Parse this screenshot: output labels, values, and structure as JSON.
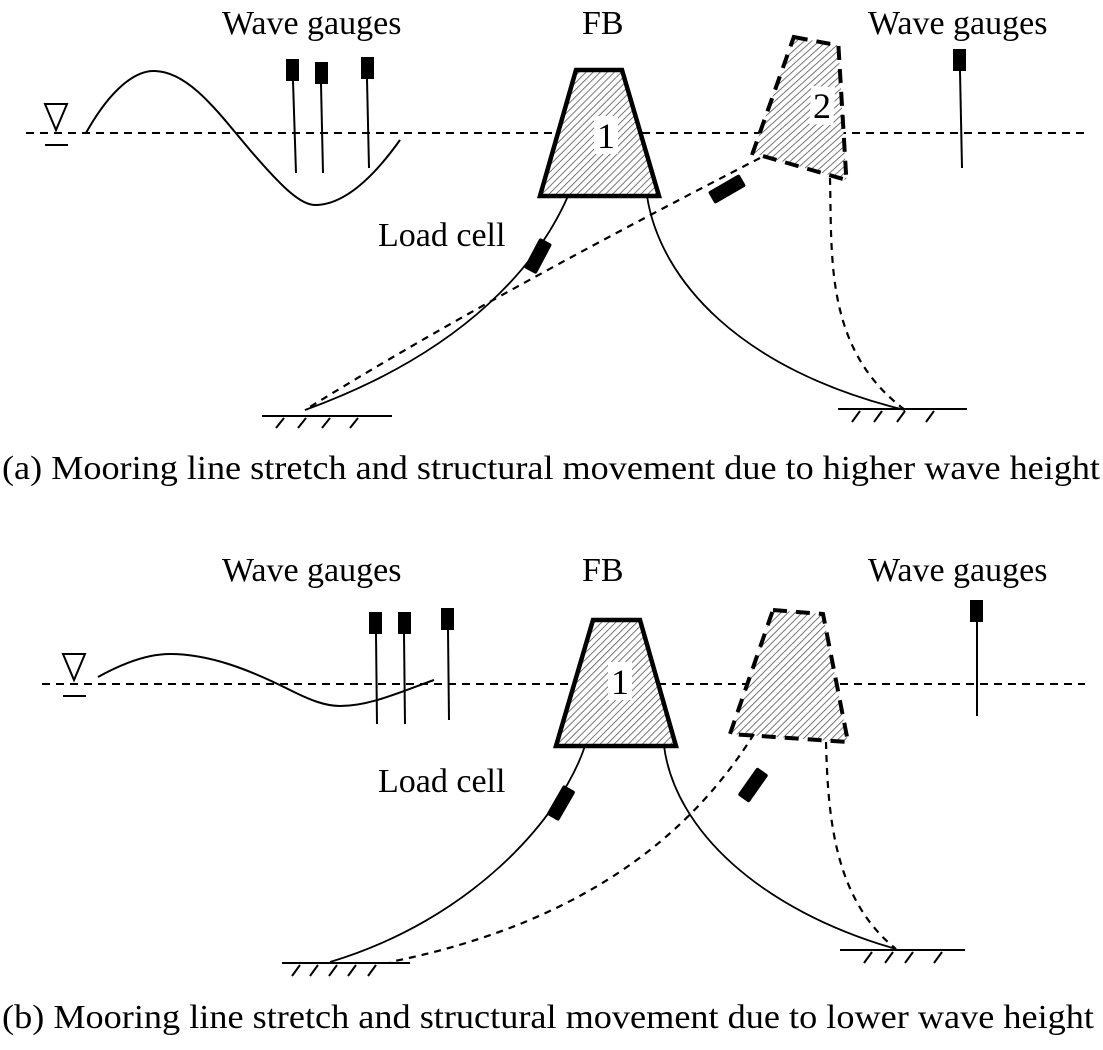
{
  "figure": {
    "panels": [
      {
        "id": "a",
        "labels": {
          "wave_gauges_left": "Wave gauges",
          "fb": "FB",
          "wave_gauges_right": "Wave gauges",
          "load_cell": "Load cell",
          "position_1": "1",
          "position_2": "2"
        },
        "caption": "(a) Mooring line stretch and structural movement due to higher wave height"
      },
      {
        "id": "b",
        "labels": {
          "wave_gauges_left": "Wave gauges",
          "fb": "FB",
          "wave_gauges_right": "Wave gauges",
          "load_cell": "Load cell",
          "position_1": "1"
        },
        "caption": "(b) Mooring line stretch and structural movement due to lower wave height"
      }
    ]
  }
}
